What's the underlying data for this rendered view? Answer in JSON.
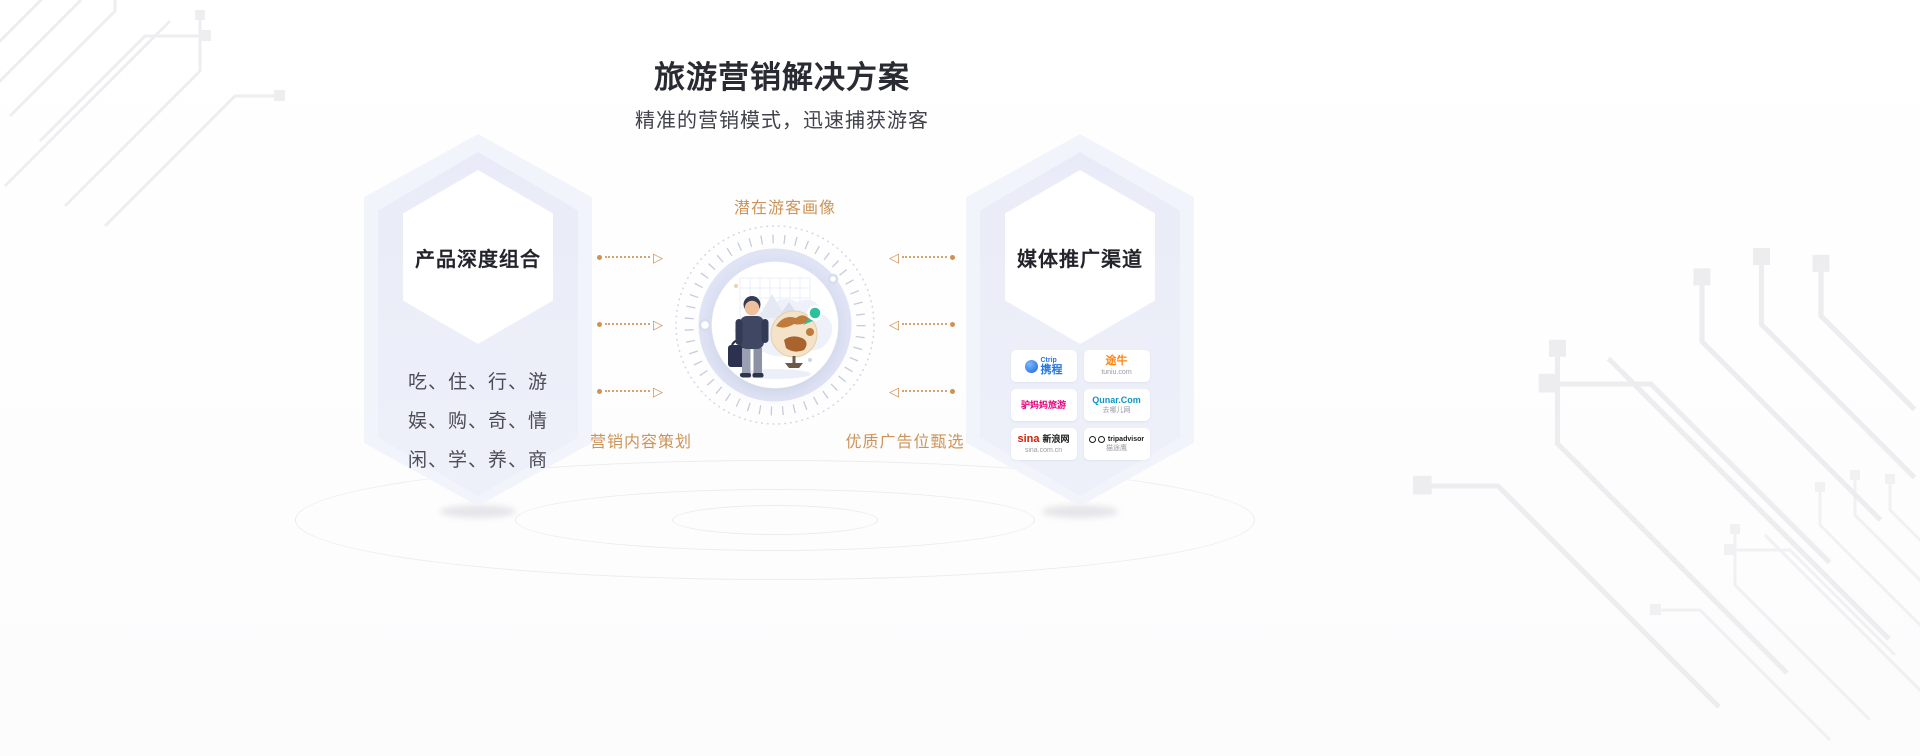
{
  "header": {
    "title": "旅游营销解决方案",
    "subtitle": "精准的营销模式，迅速捕获游客"
  },
  "center": {
    "top_label": "潜在游客画像",
    "bottom_left_label": "营销内容策划",
    "bottom_right_label": "优质广告位甄选"
  },
  "left_panel": {
    "title": "产品深度组合",
    "lines": [
      "吃、住、行、游",
      "娱、购、奇、情",
      "闲、学、养、商"
    ]
  },
  "right_panel": {
    "title": "媒体推广渠道",
    "logos": [
      {
        "name": "ctrip",
        "text": "携程",
        "sub": "Ctrip",
        "color": "#2577e3"
      },
      {
        "name": "tuniu",
        "text": "途牛",
        "sub": "tuniu.com",
        "color": "#ff8513"
      },
      {
        "name": "lvmama",
        "text": "驴妈妈旅游",
        "sub": "",
        "color": "#e6007e"
      },
      {
        "name": "qunar",
        "text": "Qunar.Com",
        "sub": "去哪儿网",
        "color": "#0d95c5"
      },
      {
        "name": "sina",
        "text": "sina",
        "text2": "新浪网",
        "sub": "sina.com.cn",
        "color": "#d81e06",
        "color2": "#1c1c1c"
      },
      {
        "name": "tripadvisor",
        "text": "tripadvisor",
        "sub": "猫途鹰",
        "color": "#1c1c1c"
      }
    ]
  },
  "icons": {
    "triangle_right": "▷",
    "triangle_left": "◁"
  },
  "colors": {
    "accent_orange": "#cd9357",
    "hexagon_fill": "#e9ecf8",
    "pin_green": "#2cc09c"
  }
}
